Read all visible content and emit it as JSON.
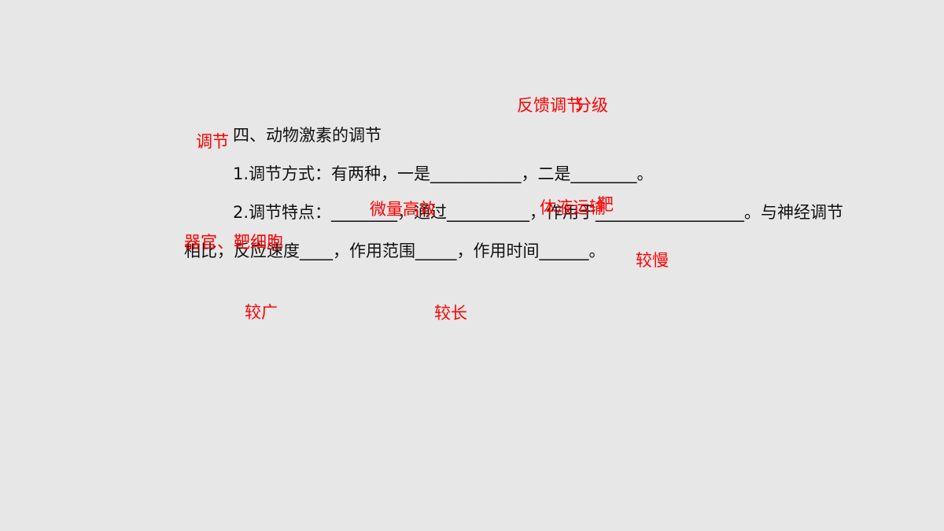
{
  "colors": {
    "background": "#e7e7e7",
    "body_text": "#111111",
    "answer_text": "#ff0000"
  },
  "content": {
    "heading": "四、动物激素的调节",
    "line1": "1.调节方式：有两种，一是___________，二是________。",
    "line2": "2.调节特点：________，通过__________，作用于__________________。与神经调节",
    "line3": "相比，反应速度____，作用范围_____，作用时间______。"
  },
  "answers": {
    "a1": "反馈调节",
    "a2": "分级",
    "a3": "调节",
    "a4": "微量高效",
    "a5": "体液运输",
    "a6": "靶",
    "a7": "器官、靶细胞",
    "a8": "较慢",
    "a9": "较广",
    "a10": "较长"
  }
}
